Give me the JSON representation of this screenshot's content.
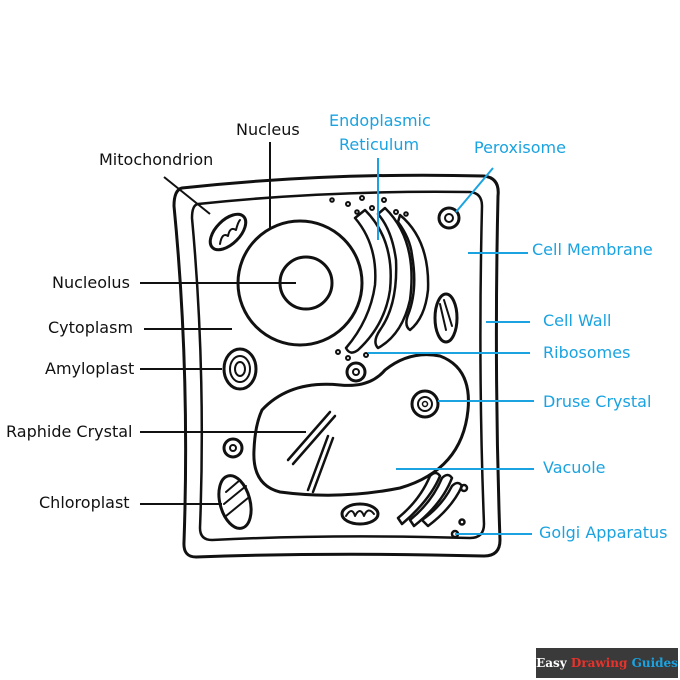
{
  "labels_left": {
    "nucleus": "Nucleus",
    "mitochondrion": "Mitochondrion",
    "nucleolus": "Nucleolus",
    "cytoplasm": "Cytoplasm",
    "amyloplast": "Amyloplast",
    "raphide_crystal": "Raphide Crystal",
    "chloroplast": "Chloroplast"
  },
  "labels_right": {
    "er_line1": "Endoplasmic",
    "er_line2": "Reticulum",
    "peroxisome": "Peroxisome",
    "cell_membrane": "Cell Membrane",
    "cell_wall": "Cell Wall",
    "ribosomes": "Ribosomes",
    "druse_crystal": "Druse Crystal",
    "vacuole": "Vacuole",
    "golgi_apparatus": "Golgi Apparatus"
  },
  "logo": {
    "easy": "Easy",
    "drawing": "Drawing",
    "guides": "Guides"
  },
  "colors": {
    "label_left": "#111111",
    "label_right": "#1aa3e0",
    "outline": "#111111"
  }
}
